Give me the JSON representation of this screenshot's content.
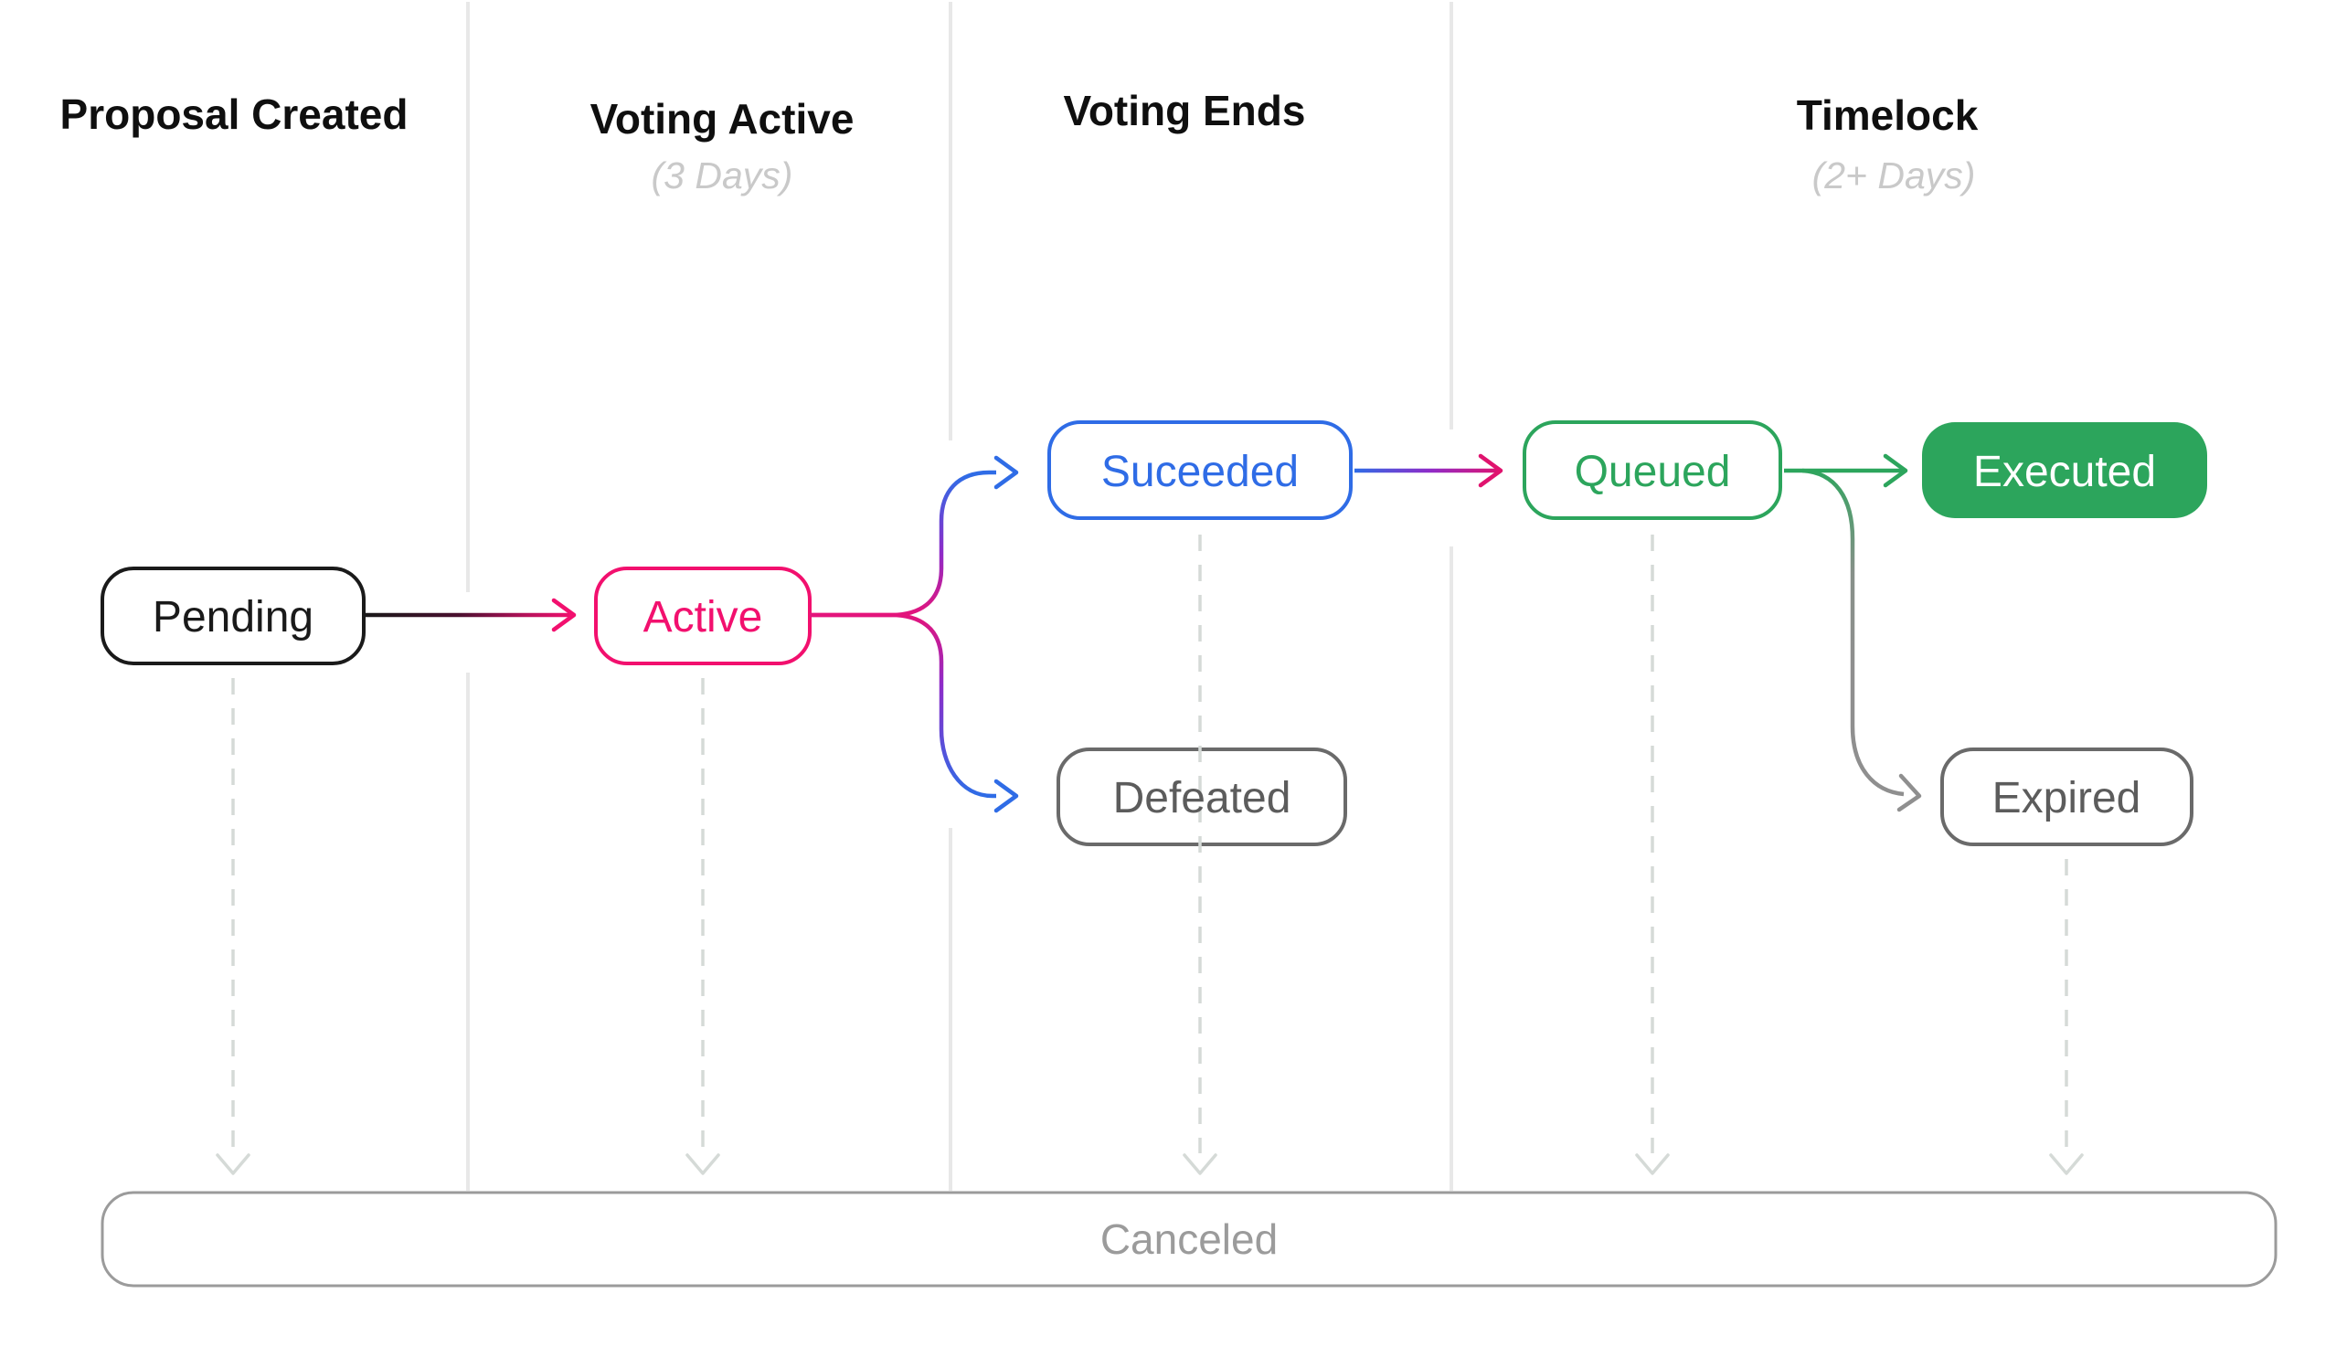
{
  "diagram": {
    "columns": [
      {
        "label": "Proposal Created",
        "sublabel": ""
      },
      {
        "label": "Voting Active",
        "sublabel": "(3 Days)"
      },
      {
        "label": "Voting Ends",
        "sublabel": ""
      },
      {
        "label": "Timelock",
        "sublabel": "(2+ Days)"
      }
    ],
    "nodes": {
      "pending": {
        "label": "Pending"
      },
      "active": {
        "label": "Active"
      },
      "suceeded": {
        "label": "Suceeded"
      },
      "defeated": {
        "label": "Defeated"
      },
      "queued": {
        "label": "Queued"
      },
      "executed": {
        "label": "Executed"
      },
      "expired": {
        "label": "Expired"
      },
      "canceled": {
        "label": "Canceled"
      }
    },
    "edges": [
      "pending->active",
      "active->suceeded",
      "active->defeated",
      "suceeded->queued",
      "queued->executed",
      "queued->expired",
      "pending-->canceled",
      "active-->canceled",
      "suceeded-->canceled",
      "queued-->canceled",
      "expired-->canceled"
    ]
  },
  "colors": {
    "header": "#0F0F0F",
    "subtitle": "#C9C9C9",
    "separator": "#E8E8E8",
    "dash": "#D5DAD7",
    "pending": "#1A1A1A",
    "active": "#F2106E",
    "blue": "#2F6CE6",
    "purple": "#8F2BC8",
    "magenta": "#E0136E",
    "green": "#2CA55C",
    "green_gray": "#879089",
    "gray_arrow": "#8F8F8F",
    "gray_node": "#6A6A6A",
    "gray_node_text": "#5C5C5C",
    "canceled": "#9B9B9B",
    "arrow_black": "#191919",
    "arrow_maroon": "#4A102F",
    "arrow_pink_mid": "#B8125B",
    "executed_text": "#FFFFFF"
  }
}
